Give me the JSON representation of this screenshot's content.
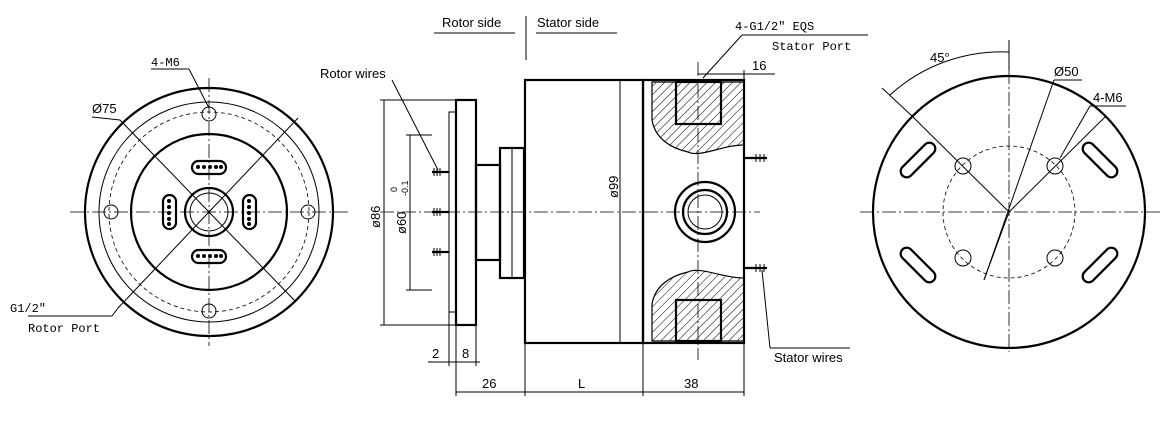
{
  "labels": {
    "rotor_side": "Rotor side",
    "stator_side": "Stator side",
    "rotor_wires": "Rotor wires",
    "stator_wires": "Stator wires",
    "stator_port_thread": "4-G1/2\" EQS",
    "stator_port": "Stator Port",
    "rotor_port_thread": "G1/2\"",
    "rotor_port": "Rotor Port",
    "left_holes": "4-M6",
    "left_diameter": "Ø75",
    "right_holes": "4-M6",
    "right_diameter": "Ø50",
    "right_angle": "45°"
  },
  "dimensions": {
    "d86": "ø86",
    "d60": "ø60",
    "d60_upper_tol": "0",
    "d60_lower_tol": "-0.1",
    "d99": "ø99",
    "dim_16": "16",
    "dim_2": "2",
    "dim_8": "8",
    "dim_26": "26",
    "dim_L": "L",
    "dim_38": "38"
  }
}
